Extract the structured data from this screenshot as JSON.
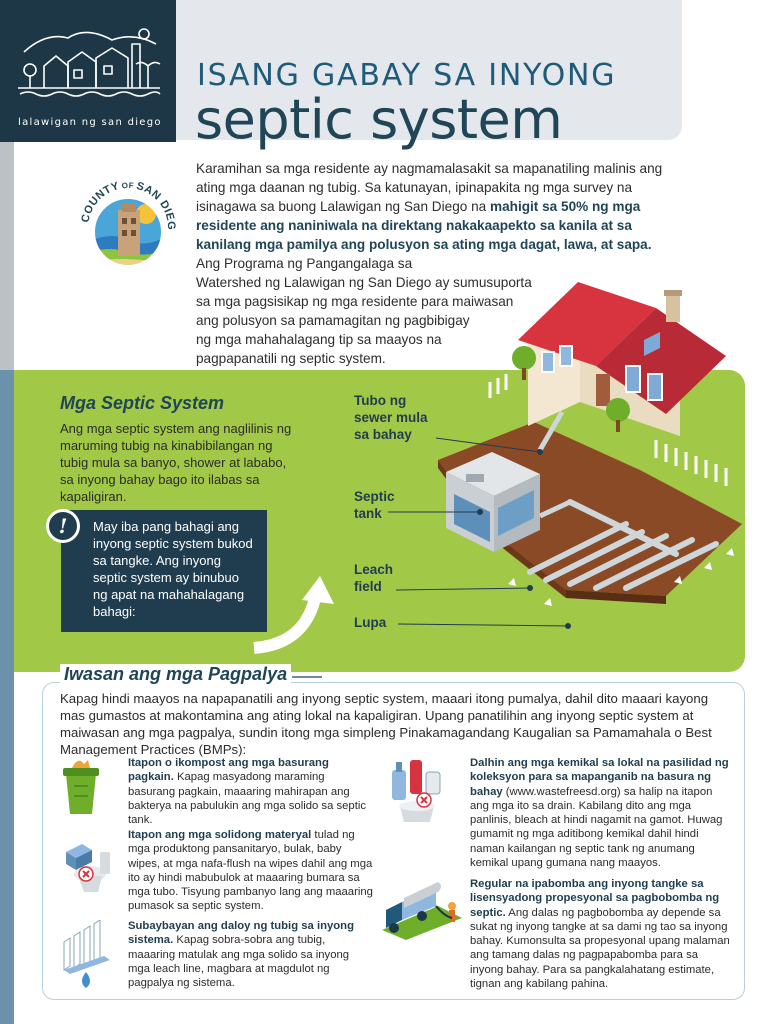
{
  "header": {
    "logo_caption": "lalawigan ng san diego",
    "title_line1": "ISANG GABAY SA INYONG",
    "title_line2": "septic system"
  },
  "seal": {
    "top_text_a": "COUNTY",
    "top_text_b": "OF",
    "top_text_c": "SAN DIEGO"
  },
  "intro": {
    "part1": "Karamihan sa mga residente ay nagmamalasakit sa mapanatiling malinis ang ating mga daanan ng tubig. Sa katunayan, ipinapakita ng mga survey na isinagawa sa buong Lalawigan ng San Diego na ",
    "bold": "mahigit sa 50% ng mga residente ang naniniwala na direktang nakakaapekto sa kanila at sa kanilang mga pamilya ang polusyon sa ating mga dagat, lawa, at sapa.",
    "part2": " Ang Programa ng Pangangalaga sa",
    "line2": "Watershed ng Lalawigan ng San Diego ay sumusuporta",
    "line3": "sa mga pagsisikap ng mga residente para maiwasan",
    "line4": "ang polusyon sa pamamagitan ng pagbibigay",
    "line5": "ng mga mahahalagang tip sa maayos na",
    "line6": "pagpapanatili ng septic system."
  },
  "septic_section": {
    "title": "Mga Septic System",
    "definition": "Ang mga septic system ang naglilinis ng maruming tubig na kinabibilangan ng tubig mula sa banyo, shower at lababo, sa inyong bahay bago ito ilabas sa kapaligiran.",
    "callout": "May iba pang bahagi ang inyong septic system bukod sa tangke. Ang inyong septic system ay binubuo ng apat na mahahalagang bahagi:",
    "callout_icon": "!",
    "labels": {
      "pipe": "Tubo ng sewer mula sa bahay",
      "tank": "Septic tank",
      "leach": "Leach field",
      "soil": "Lupa"
    }
  },
  "avoid_section": {
    "title": "Iwasan ang mga Pagpalya",
    "intro": "Kapag hindi maayos na napapanatili ang inyong septic system, maaari itong pumalya, dahil dito maaari kayong mas gumastos at makontamina ang ating lokal na kapaligiran. Upang panatilihin ang inyong septic system at maiwasan ang mga pagpalya, sundin itong mga simpleng Pinakamagandang Kaugalian sa Pamamahala o Best Management Practices (BMPs):",
    "tips": [
      {
        "bold": "Itapon o ikompost ang mga basurang pagkain.",
        "text": " Kapag masyadong maraming basurang pagkain, maaaring mahirapan ang bakterya na pabulukin ang mga solido sa septic tank."
      },
      {
        "bold": "Itapon ang mga solidong materyal",
        "text": " tulad ng mga produktong pansanitaryo, bulak, baby wipes, at mga nafa-flush na wipes dahil ang mga ito ay hindi mabubulok at maaaring bumara sa mga tubo. Tisyung pambanyo lang ang maaaring pumasok sa septic system."
      },
      {
        "bold": "Subaybayan ang daloy ng tubig sa inyong sistema.",
        "text": " Kapag sobra-sobra ang tubig, maaaring matulak ang mga solido sa inyong mga leach line, magbara at magdulot ng pagpalya ng sistema."
      },
      {
        "bold": "Dalhin ang mga kemikal sa lokal na pasilidad ng koleksyon para sa mapanganib na basura ng bahay",
        "text": " (www.wastefreesd.org) sa halip na itapon ang mga ito sa drain. Kabilang dito ang mga panlinis, bleach at hindi nagamit na gamot. Huwag gumamit ng mga aditibong kemikal dahil hindi naman kailangan ng septic tank ng anumang kemikal upang gumana nang maayos."
      },
      {
        "bold": "Regular na ipabomba ang inyong tangke sa lisensyadong propesyonal sa pagbobomba ng septic.",
        "text": " Ang dalas ng pagbobomba ay depende sa sukat ng inyong tangke at sa dami ng tao sa inyong bahay. Kumonsulta sa propesyonal upang malaman ang tamang dalas ng pagpapabomba para sa inyong bahay. Para sa pangkalahatang estimate, tignan ang kabilang pahina."
      }
    ]
  },
  "colors": {
    "navy": "#1d3746",
    "title_blue": "#1f5a78",
    "green": "#a2c847",
    "roof_red": "#d7343f",
    "soil_brown": "#8a4a26"
  }
}
